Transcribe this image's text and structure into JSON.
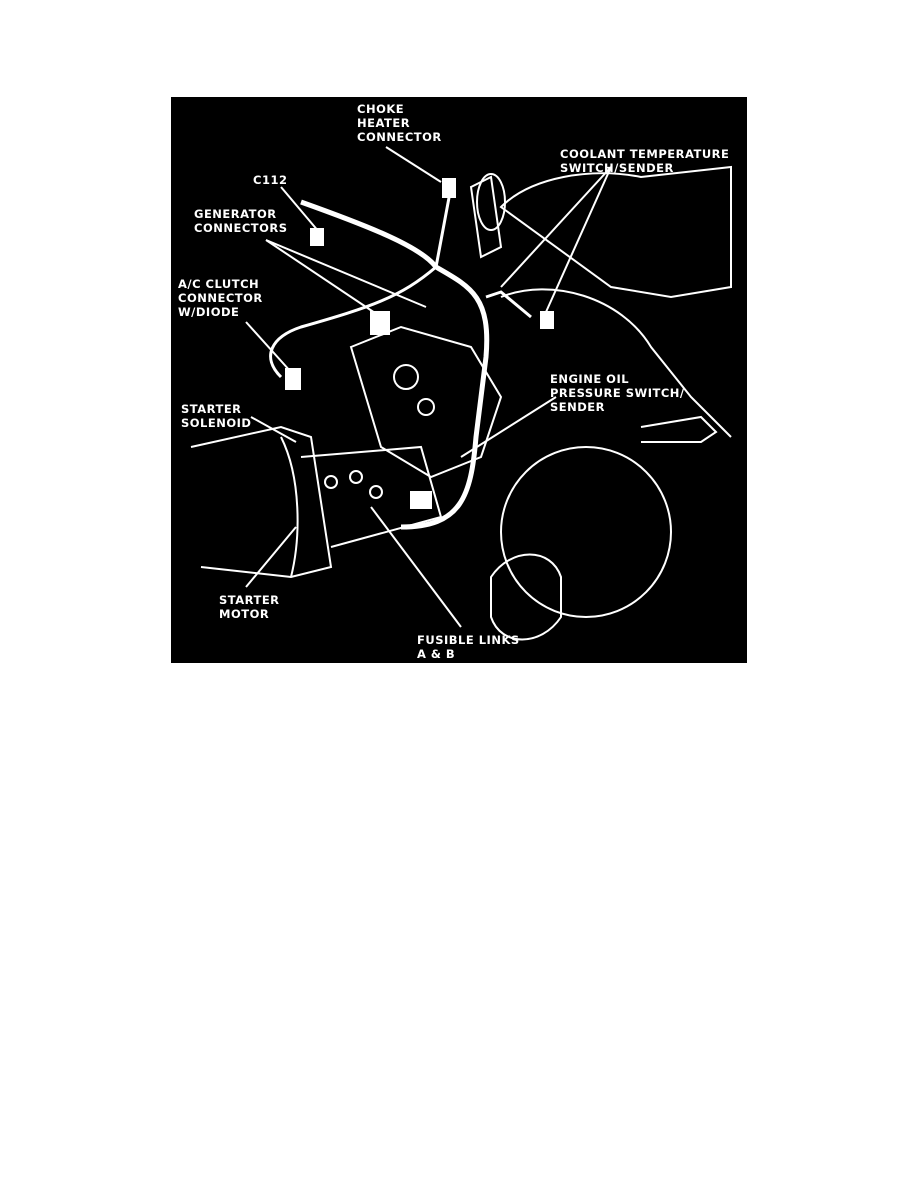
{
  "labels": {
    "choke": "CHOKE\nHEATER\nCONNECTOR",
    "c112": "C112",
    "generator": "GENERATOR\nCONNECTORS",
    "ac_clutch": "A/C CLUTCH\nCONNECTOR\nW/DIODE",
    "coolant": "COOLANT TEMPERATURE\nSWITCH/SENDER",
    "oil": "ENGINE OIL\nPRESSURE SWITCH/\nSENDER",
    "solenoid": "STARTER\nSOLENOID",
    "motor": "STARTER\nMOTOR",
    "fusible": "FUSIBLE LINKS\nA & B"
  }
}
